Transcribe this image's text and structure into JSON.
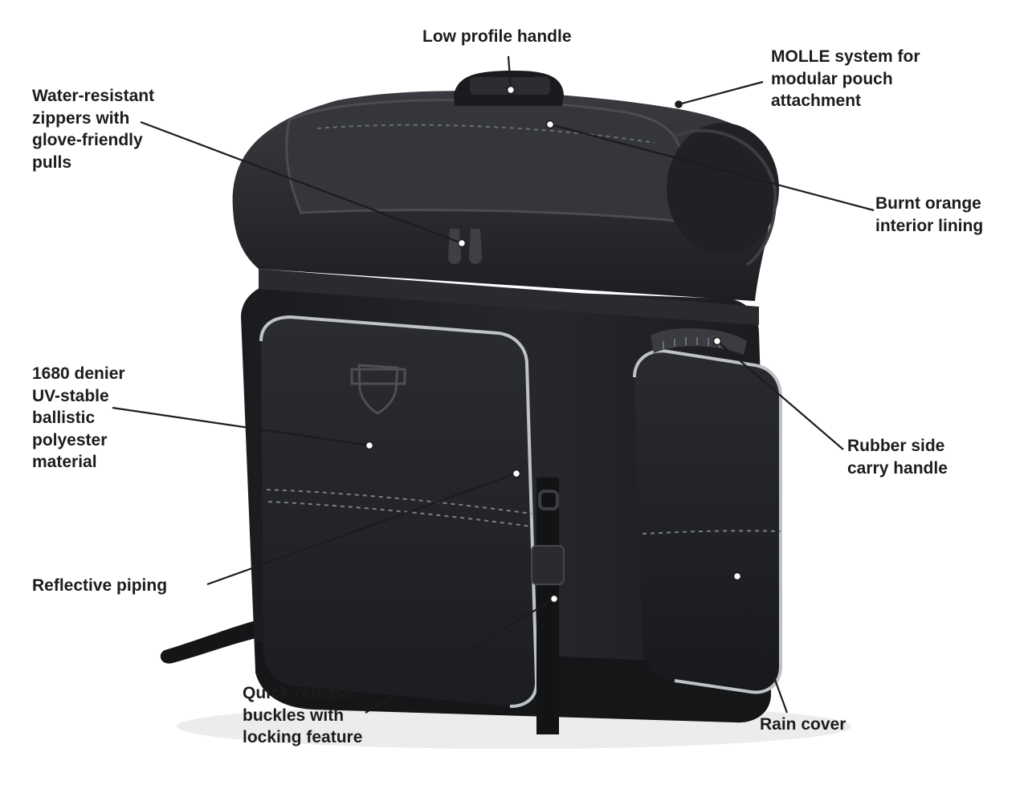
{
  "callouts": [
    {
      "id": "low-profile-handle",
      "text": "Low profile handle"
    },
    {
      "id": "molle-system",
      "text": "MOLLE system for\nmodular pouch\nattachment"
    },
    {
      "id": "water-resistant-zippers",
      "text": "Water-resistant\nzippers with\nglove-friendly\npulls"
    },
    {
      "id": "burnt-orange-lining",
      "text": "Burnt orange\ninterior lining"
    },
    {
      "id": "ballistic-polyester",
      "text": "1680 denier\nUV-stable\nballistic\npolyester\nmaterial"
    },
    {
      "id": "rubber-side-handle",
      "text": "Rubber side\ncarry handle"
    },
    {
      "id": "reflective-piping",
      "text": "Reflective piping"
    },
    {
      "id": "quick-release-buckles",
      "text": "Quick-release\nbuckles with\nlocking feature"
    },
    {
      "id": "rain-cover",
      "text": "Rain cover"
    }
  ],
  "colors": {
    "background": "#ffffff",
    "label_text": "#1c1c1c",
    "leader_line": "#1c1c1c",
    "bag_fabric": "#1e1f22",
    "bag_panel": "#2c2d31",
    "reflective_piping": "#bfc2c6"
  }
}
